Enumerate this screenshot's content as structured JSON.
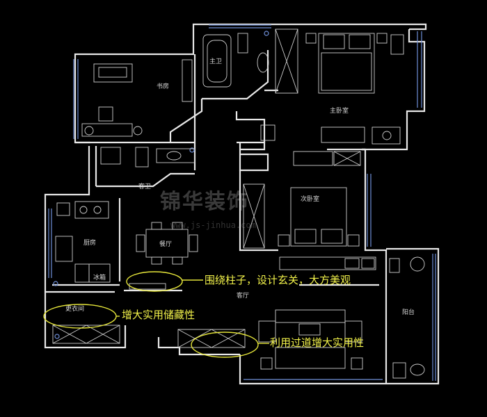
{
  "rooms": {
    "master_bath": "主卫",
    "study": "书房",
    "master_bedroom": "主卧室",
    "guest_bath": "客卫",
    "second_bedroom": "次卧室",
    "kitchen": "厨房",
    "dining": "餐厅",
    "fridge": "冰箱",
    "living": "客厅",
    "balcony": "阳台",
    "cloakroom": "更衣间"
  },
  "annotations": {
    "entry": "围绕柱子，设计玄关，大方美观",
    "storage": "增大实用储藏性",
    "corridor": "利用过道增大实用性"
  },
  "watermark": {
    "brand": "锦华装饰",
    "url": "www.js-jinhua.com"
  },
  "colors": {
    "background": "#000000",
    "walls": "#e8e8e8",
    "windows": "#6f8fd8",
    "annotation": "#f2f24a"
  }
}
